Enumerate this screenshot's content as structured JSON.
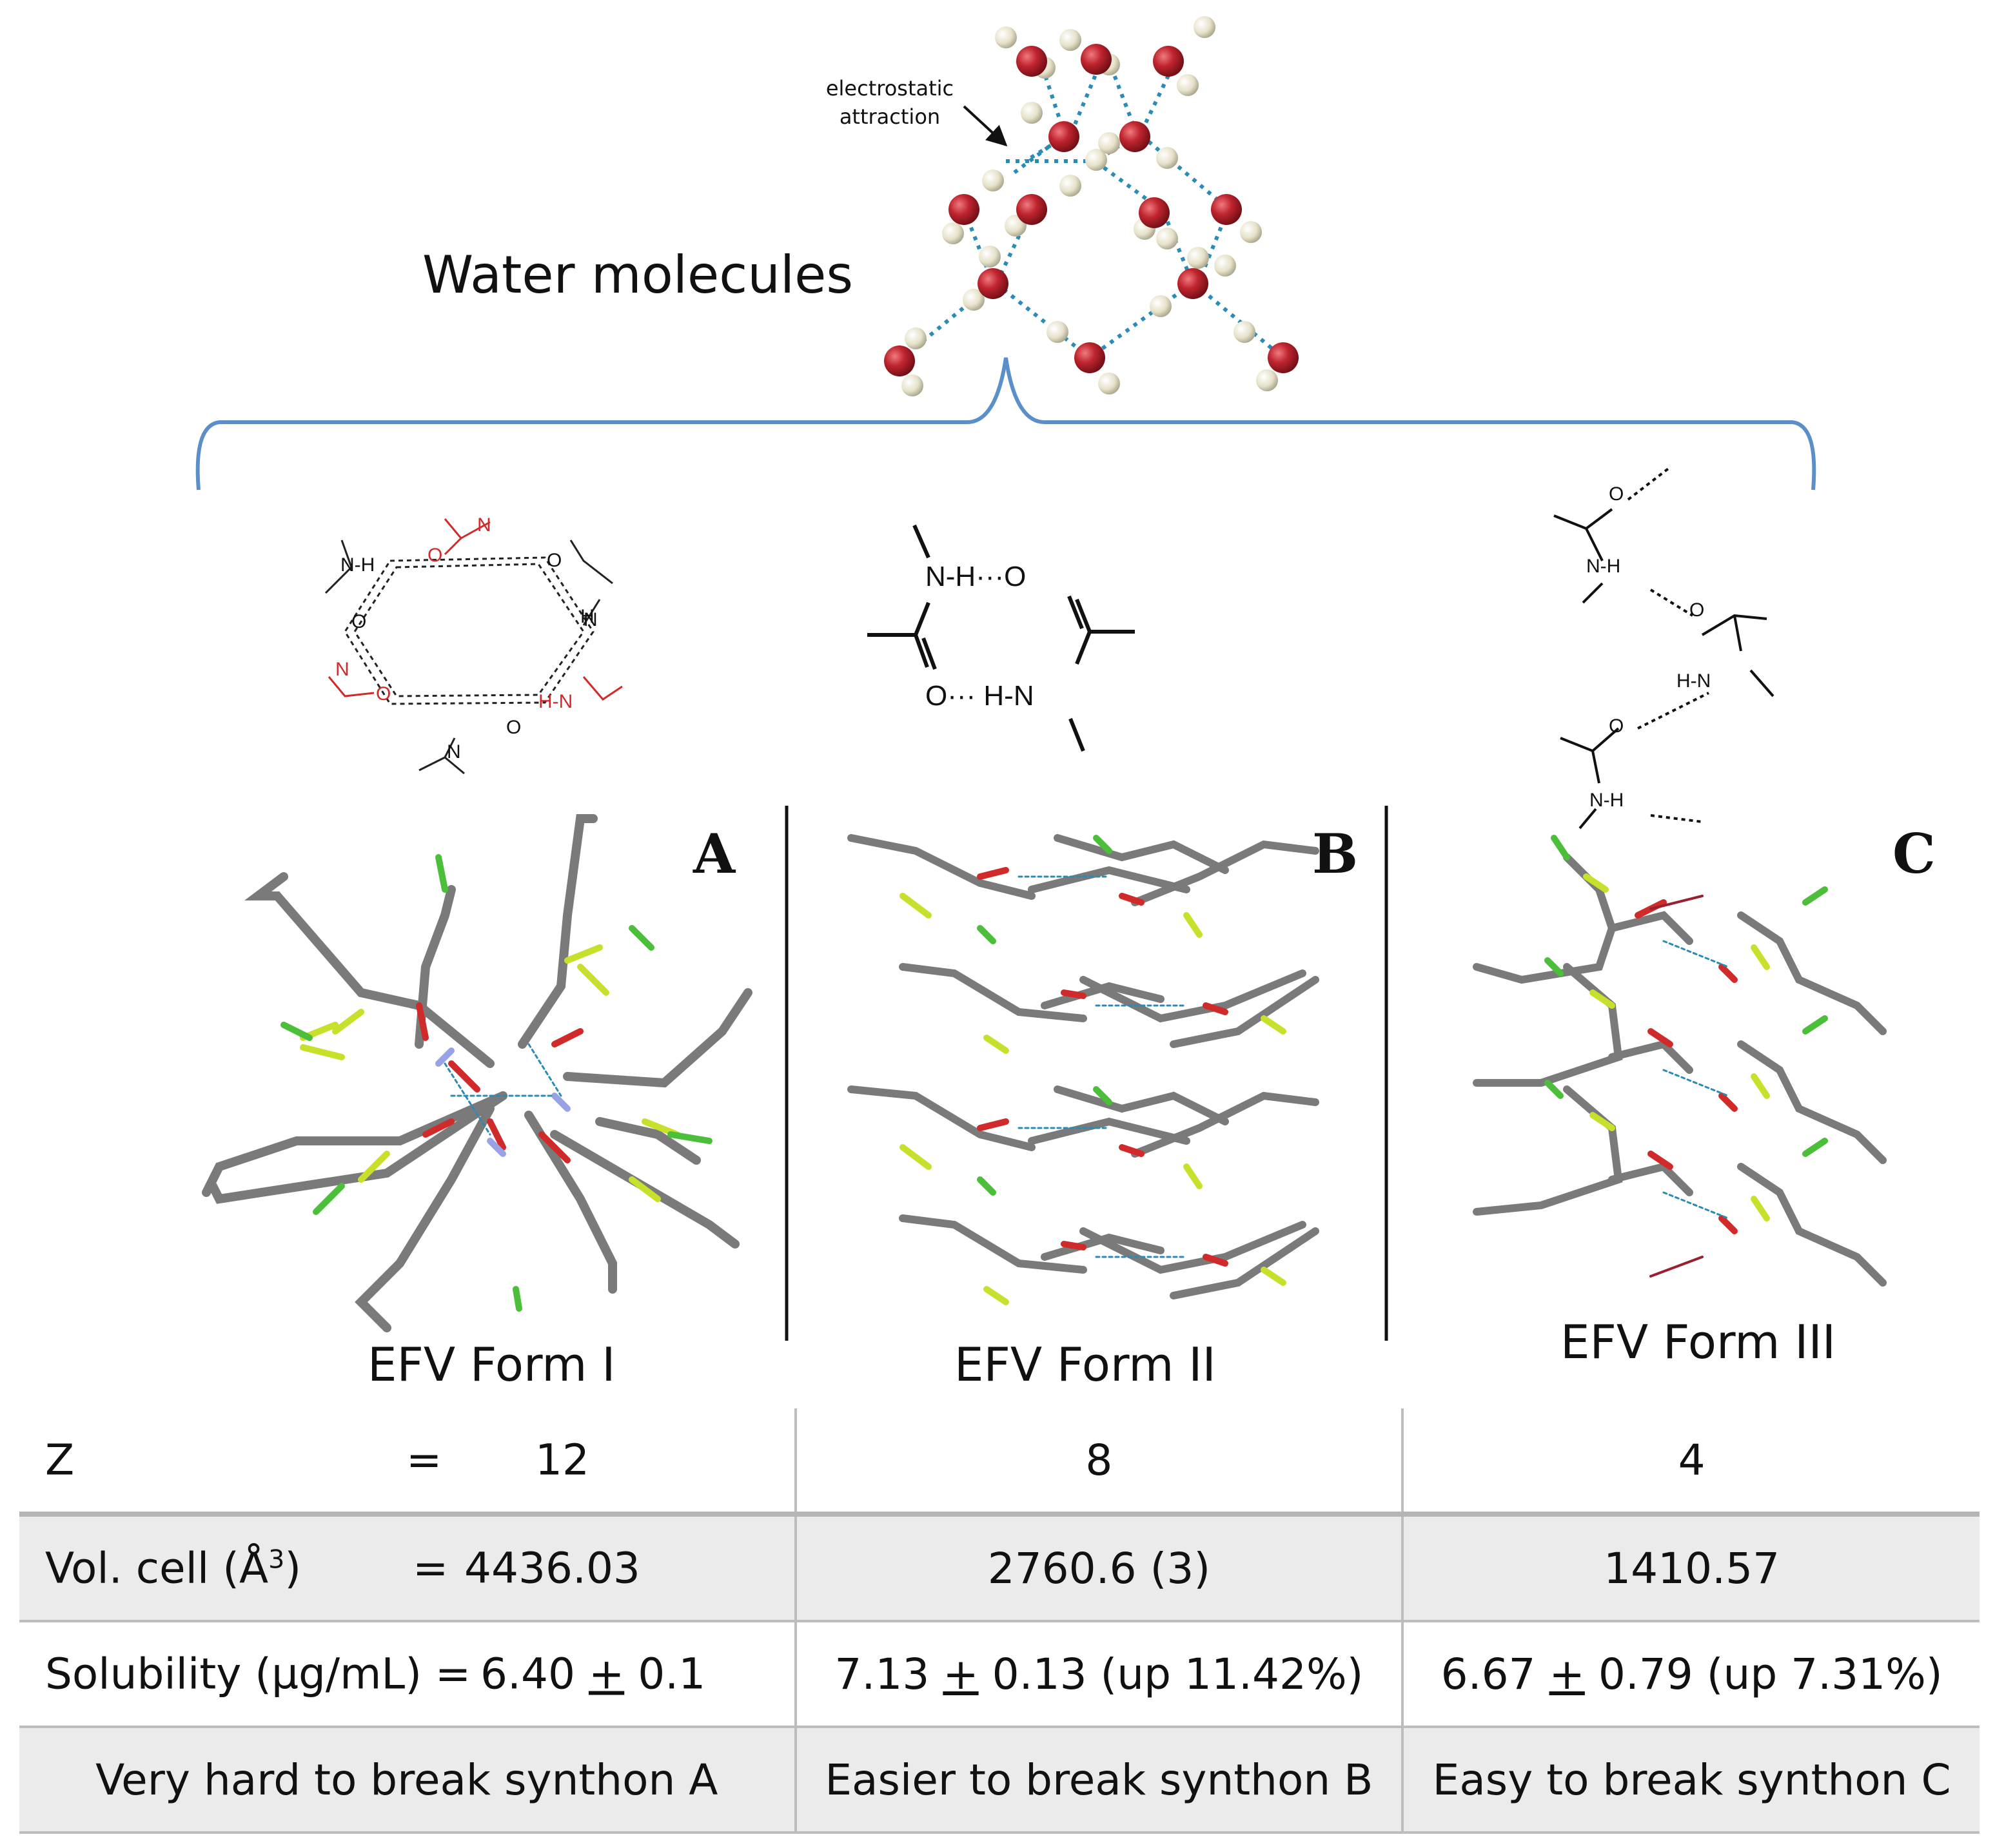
{
  "title": "Water molecules",
  "annotation": {
    "line1": "electrostatic",
    "line2": "attraction"
  },
  "panels": [
    {
      "letter": "A",
      "form": "EFV Form I"
    },
    {
      "letter": "B",
      "form": "EFV Form II"
    },
    {
      "letter": "C",
      "form": "EFV Form III"
    }
  ],
  "atoms": {
    "N": "N",
    "H": "H",
    "O": "O",
    "NH": "N-H",
    "HN": "H-N",
    "hbond_B_top": "N-H···O",
    "hbond_B_bottom": "O··· H-N"
  },
  "table": {
    "rows": [
      {
        "label": "Z",
        "eq": "=",
        "first": "12",
        "second": "8",
        "third": "4"
      },
      {
        "label": "Vol. cell (Å",
        "label_sup": "3",
        "label_end": ")",
        "eq": "=",
        "first": "4436.03",
        "second": "2760.6 (3)",
        "third": "1410.57"
      },
      {
        "label": "Solubility (µg/mL) =",
        "first_a": "6.40 ",
        "first_pm": "+",
        "first_b": " 0.1",
        "second_a": "7.13 ",
        "second_pm": "+",
        "second_b": " 0.13 (up 11.42%)",
        "third_a": "6.67 ",
        "third_pm": "+",
        "third_b": " 0.79 (up 7.31%)"
      },
      {
        "first": "Very hard to break synthon A",
        "second": "Easier to break synthon B",
        "third": "Easy to break synthon C"
      }
    ]
  },
  "colors": {
    "oxygen": "#b5202a",
    "hydrogen": "#e6e1c8",
    "hbond": "#2a8bb5",
    "bracket": "#5b8fc9",
    "red_chem": "#d12a2a",
    "stick": "#7a7a7a",
    "fluorine": "#c8e02c",
    "chlorine": "#4cbf3a",
    "nitrogen": "#9aa2e6"
  }
}
